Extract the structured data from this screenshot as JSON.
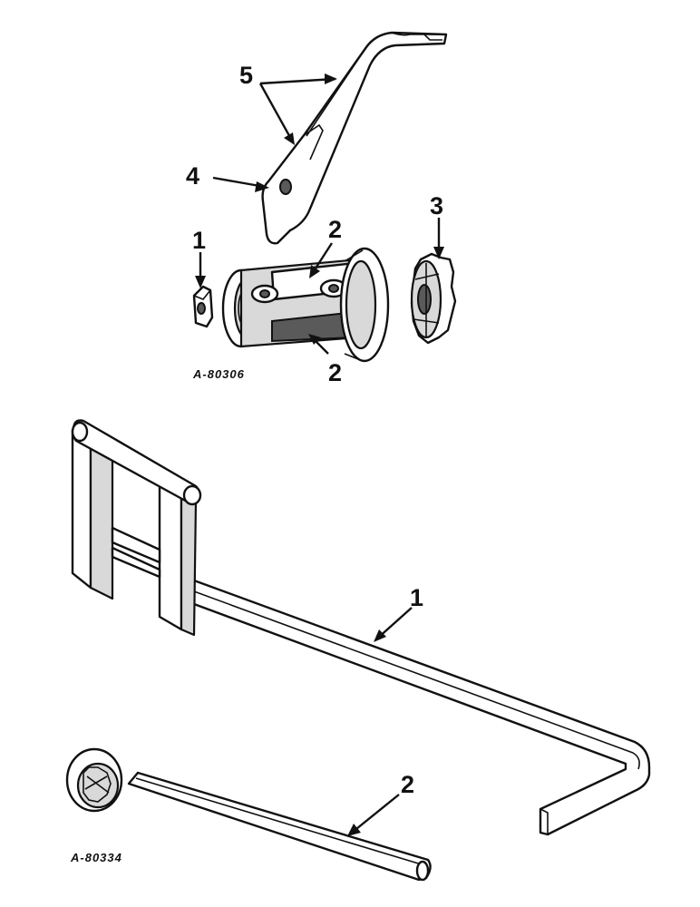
{
  "upper_assembly": {
    "reference_code": "A-80306",
    "callouts": [
      "5",
      "4",
      "1",
      "2",
      "3",
      "2"
    ]
  },
  "lower_assembly": {
    "reference_code": "A-80334",
    "callouts": [
      "1",
      "2"
    ]
  }
}
